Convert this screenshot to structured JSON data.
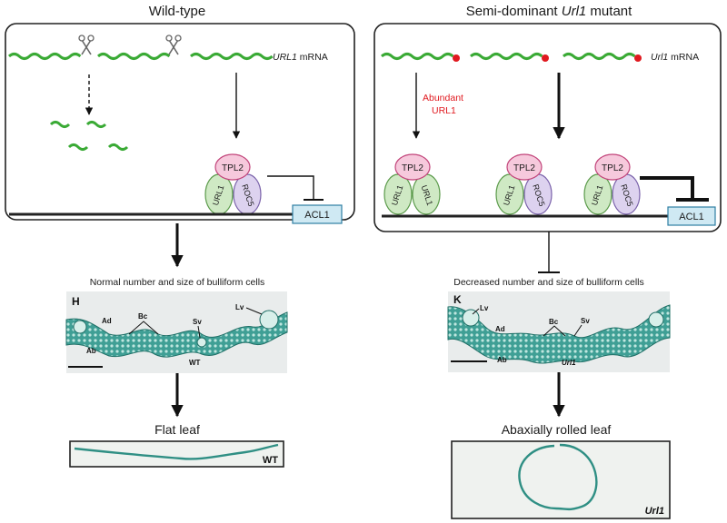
{
  "wild": {
    "title": "Wild-type",
    "mrna_gene": "URL1",
    "mrna_suffix": " mRNA",
    "tpl2": "TPL2",
    "url1": "URL1",
    "roc5": "ROC5",
    "acl1": "ACL1",
    "section_caption": "Normal number and size of bulliform cells",
    "panel_letter": "H",
    "lbl_ad": "Ad",
    "lbl_bc": "Bc",
    "lbl_sv": "Sv",
    "lbl_lv": "Lv",
    "lbl_ab": "Ab",
    "genotype": "WT",
    "leaf_caption": "Flat leaf",
    "leaf_tag": "WT"
  },
  "mutant": {
    "title_prefix": "Semi-dominant ",
    "title_gene": "Url1",
    "title_suffix": " mutant",
    "mrna_gene": "Url1",
    "mrna_suffix": " mRNA",
    "abundant_line1": "Abundant",
    "abundant_line2": "URL1",
    "tpl2": "TPL2",
    "url1": "URL1",
    "roc5": "ROC5",
    "acl1": "ACL1",
    "section_caption": "Decreased number and size of bulliform cells",
    "panel_letter": "K",
    "lbl_lv": "Lv",
    "lbl_ad": "Ad",
    "lbl_bc": "Bc",
    "lbl_sv": "Sv",
    "lbl_ab": "Ab",
    "genotype": "Url1",
    "leaf_caption": "Abaxially rolled leaf",
    "leaf_tag": "Url1"
  },
  "colors": {
    "mrna": "#3aaa35",
    "tpl2_fill": "#f6c9dc",
    "tpl2_stroke": "#c2447a",
    "url1_fill": "#cfe9c4",
    "url1_stroke": "#5a9a4a",
    "roc5_fill": "#ddd2ef",
    "roc5_stroke": "#7a62aa",
    "acl1_fill": "#cfe9f3",
    "acl1_stroke": "#2f7fa3",
    "red": "#e0191f",
    "tissue": "#3f9f95"
  }
}
